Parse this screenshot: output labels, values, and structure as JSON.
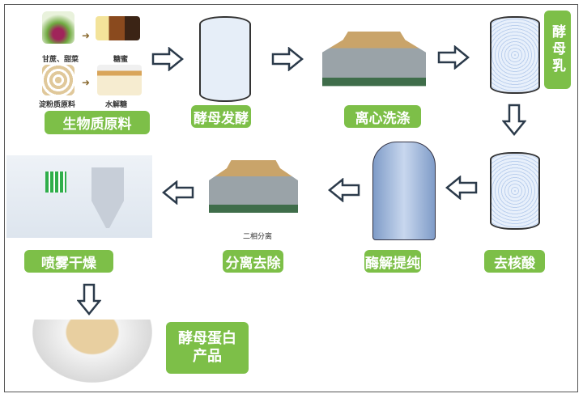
{
  "raw_materials": {
    "label": "生物质原料",
    "items": [
      {
        "source": "甘蔗、甜菜",
        "product": "糖蜜"
      },
      {
        "source": "淀粉质原料",
        "product": "水解糖"
      }
    ]
  },
  "steps": [
    {
      "label": "酵母发酵"
    },
    {
      "label": "离心洗涤"
    },
    {
      "label": "酵母乳"
    },
    {
      "label": "去核酸"
    },
    {
      "label": "酶解提纯"
    },
    {
      "label": "分离去除",
      "caption": "二相分离"
    },
    {
      "label": "喷雾干燥"
    }
  ],
  "product": {
    "line1": "酵母蛋白",
    "line2": "产品",
    "label": "酵母蛋白产品"
  },
  "colors": {
    "label_bg": "#7dbf48",
    "arrow": "#2b3a4a",
    "tank": "#dbe6f5"
  }
}
